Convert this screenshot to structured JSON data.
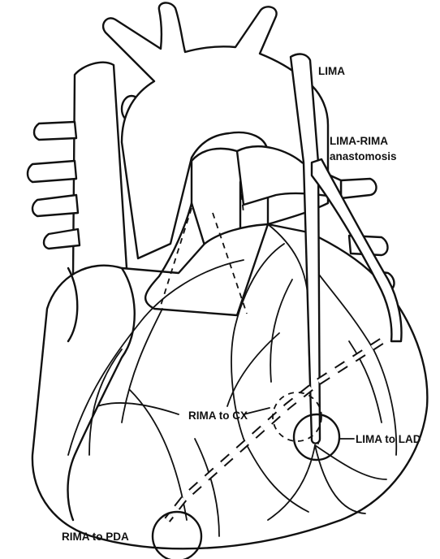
{
  "labels": {
    "lima": "LIMA",
    "lima_rima_line1": "LIMA-RIMA",
    "lima_rima_line2": "anastomosis",
    "rima_to_cx": "RIMA to CX",
    "lima_to_lad": "LIMA to LAD",
    "rima_to_pda": "RIMA to PDA"
  }
}
